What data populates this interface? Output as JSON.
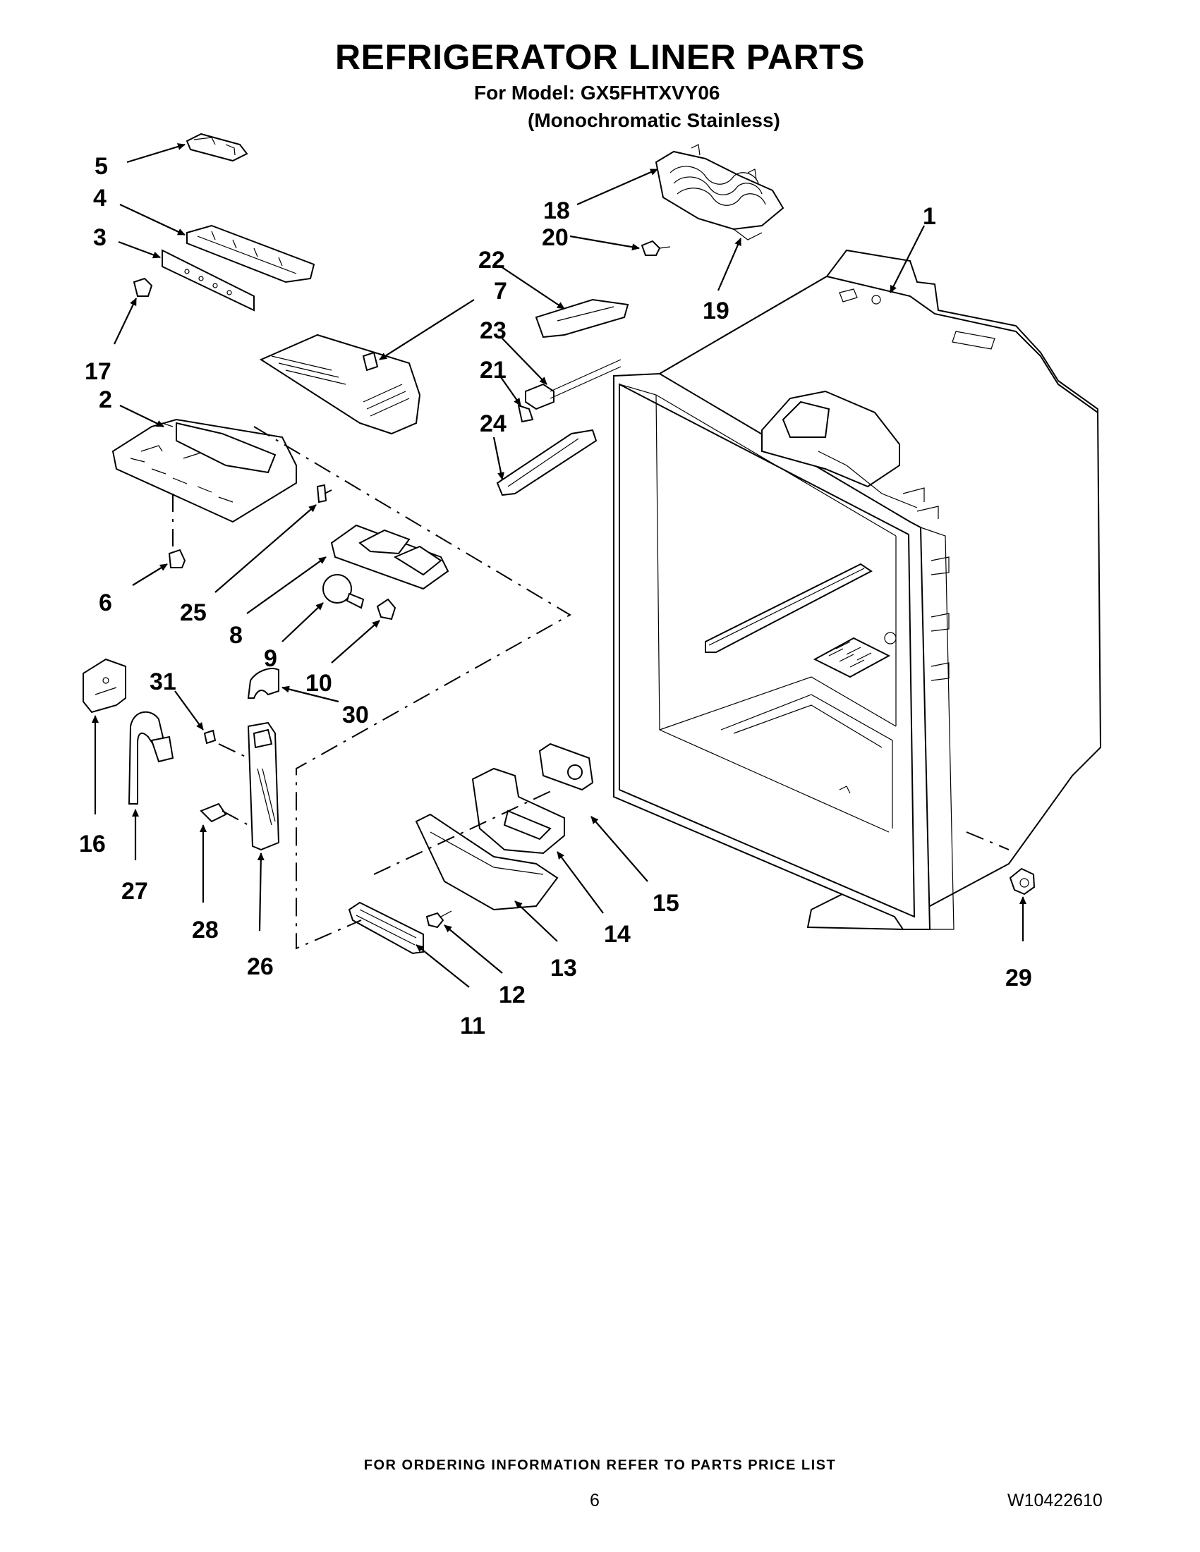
{
  "header": {
    "title": "REFRIGERATOR LINER PARTS",
    "model_line": "For Model: GX5FHTXVY06",
    "subtitle": "(Monochromatic Stainless)"
  },
  "callouts": [
    "1",
    "2",
    "3",
    "4",
    "5",
    "6",
    "7",
    "8",
    "9",
    "10",
    "11",
    "12",
    "13",
    "14",
    "15",
    "16",
    "17",
    "18",
    "19",
    "20",
    "21",
    "22",
    "23",
    "24",
    "25",
    "26",
    "27",
    "28",
    "29",
    "30",
    "31"
  ],
  "footer": {
    "note": "FOR ORDERING INFORMATION REFER TO PARTS PRICE LIST",
    "page": "6",
    "doc_number": "W10422610"
  }
}
